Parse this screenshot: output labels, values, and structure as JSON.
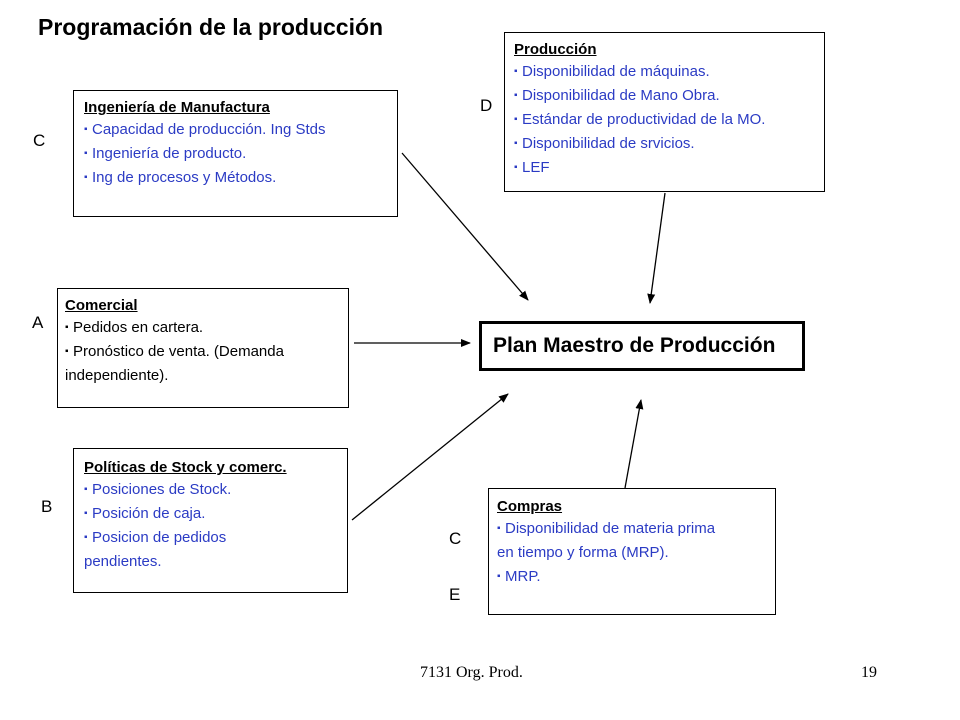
{
  "title": "Programación de la producción",
  "center": {
    "label": "Plan Maestro de Producción"
  },
  "boxes": {
    "ingenieria": {
      "heading": "Ingeniería de Manufactura",
      "items": [
        "Capacidad de producción. Ing Stds",
        "Ingeniería de producto.",
        "Ing de procesos y Métodos."
      ]
    },
    "produccion": {
      "heading": "Producción",
      "items": [
        "Disponibilidad de máquinas.",
        "Disponibilidad de Mano Obra.",
        "Estándar de productividad de la MO.",
        "Disponibilidad de srvicios.",
        "LEF"
      ]
    },
    "comercial": {
      "heading": "Comercial",
      "items": [
        "Pedidos en cartera.",
        "Pronóstico de venta. (Demanda",
        "independiente)."
      ]
    },
    "politicas": {
      "heading": "Políticas de Stock y comerc.",
      "items": [
        "Posiciones de Stock.",
        "Posición de caja.",
        "Posicion de pedidos",
        "pendientes."
      ]
    },
    "compras": {
      "heading": "Compras",
      "items": [
        "Disponibilidad  de materia prima",
        "en tiempo y forma (MRP).",
        "MRP."
      ]
    }
  },
  "letters": {
    "c_top": "C",
    "d": "D",
    "a": "A",
    "b": "B",
    "c_bottom": "C",
    "e": "E"
  },
  "footer": {
    "left": "7131 Org. Prod.",
    "page": "19"
  },
  "bullet": "▪",
  "colors": {
    "item_blue": "#2b3bc4",
    "border": "#000000"
  }
}
